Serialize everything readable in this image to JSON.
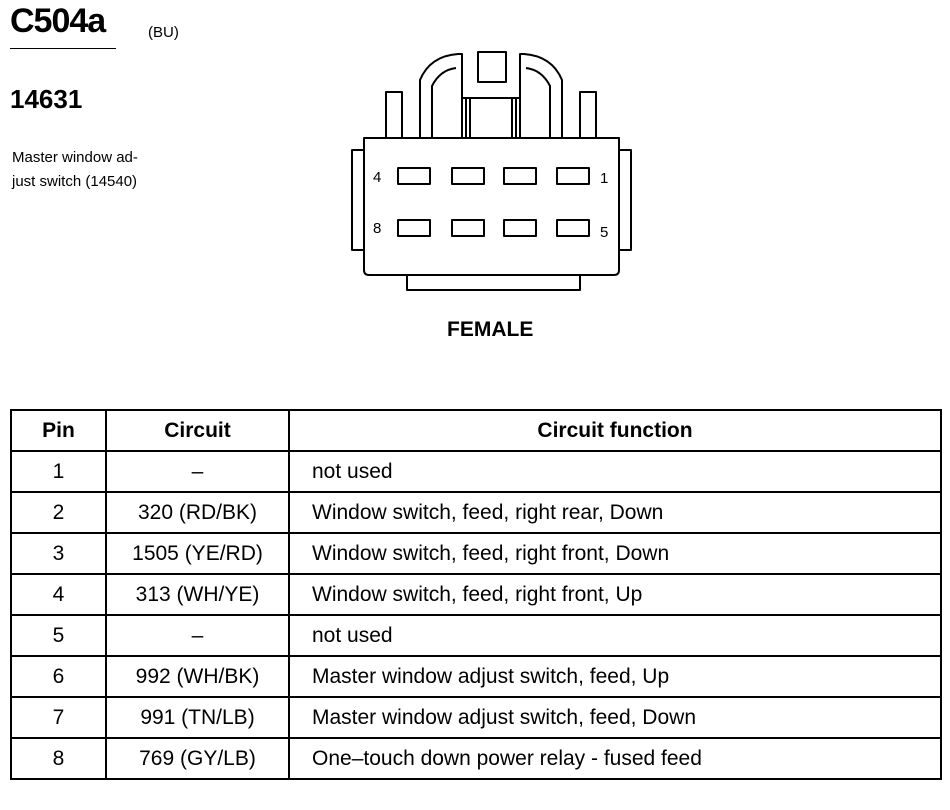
{
  "connector": {
    "id": "C504a",
    "color_code": "(BU)",
    "part_number": "14631",
    "description": "Master window ad-\njust switch (14540)",
    "gender": "FEMALE",
    "pin_labels": {
      "top_left": "4",
      "top_right": "1",
      "bottom_left": "8",
      "bottom_right": "5"
    }
  },
  "table": {
    "headers": {
      "pin": "Pin",
      "circuit": "Circuit",
      "function": "Circuit function"
    },
    "rows": [
      {
        "pin": "1",
        "circuit": "–",
        "function": "not used"
      },
      {
        "pin": "2",
        "circuit": "320 (RD/BK)",
        "function": "Window switch, feed, right rear, Down"
      },
      {
        "pin": "3",
        "circuit": "1505 (YE/RD)",
        "function": "Window switch, feed, right front, Down"
      },
      {
        "pin": "4",
        "circuit": "313 (WH/YE)",
        "function": "Window switch, feed, right front, Up"
      },
      {
        "pin": "5",
        "circuit": "–",
        "function": "not used"
      },
      {
        "pin": "6",
        "circuit": "992 (WH/BK)",
        "function": "Master window adjust switch, feed, Up"
      },
      {
        "pin": "7",
        "circuit": "991 (TN/LB)",
        "function": "Master window adjust switch, feed, Down"
      },
      {
        "pin": "8",
        "circuit": "769 (GY/LB)",
        "function": "One–touch down power relay - fused feed"
      }
    ]
  }
}
